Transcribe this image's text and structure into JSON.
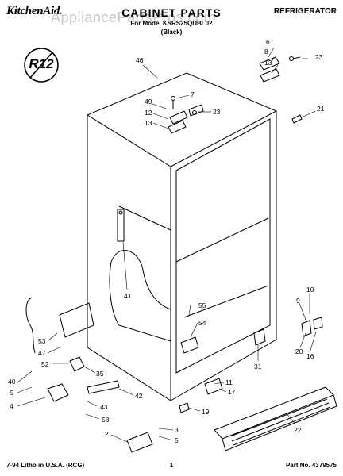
{
  "header": {
    "brand": "KitchenAid.",
    "title": "CABINET PARTS",
    "subtitle": "For Model KSRS25QDBL02",
    "color": "(Black)",
    "category": "REFRIGERATOR",
    "watermark": "AppliancePartsPros.com"
  },
  "badge": {
    "text": "R12"
  },
  "callouts": [
    "46",
    "6",
    "8",
    "13",
    "23",
    "49",
    "7",
    "12",
    "13",
    "23",
    "21",
    "41",
    "55",
    "54",
    "10",
    "9",
    "53",
    "47",
    "52",
    "35",
    "40",
    "5",
    "4",
    "42",
    "43",
    "53",
    "2",
    "3",
    "5",
    "11",
    "17",
    "31",
    "20",
    "16",
    "19",
    "22"
  ],
  "footer": {
    "left": "7-94 Litho in U.S.A. (RCG)",
    "page": "1",
    "part_no": "Part No. 4379575"
  }
}
